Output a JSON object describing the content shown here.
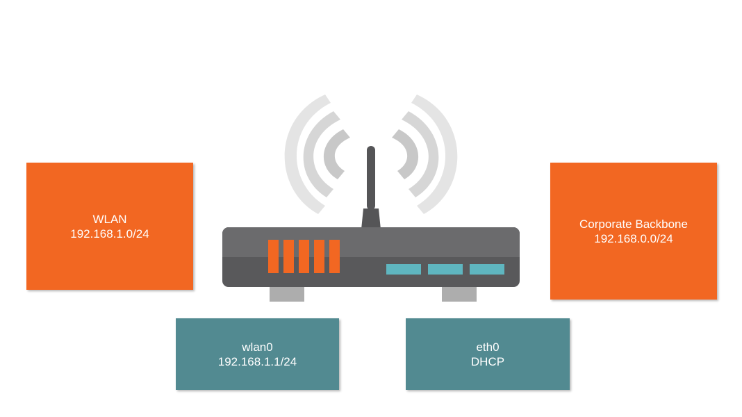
{
  "networks": {
    "wlan": {
      "name": "WLAN",
      "subnet": "192.168.1.0/24"
    },
    "backbone": {
      "name": "Corporate Backbone",
      "subnet": "192.168.0.0/24"
    }
  },
  "interfaces": {
    "wlan0": {
      "name": "wlan0",
      "address": "192.168.1.1/24"
    },
    "eth0": {
      "name": "eth0",
      "address": "DHCP"
    }
  },
  "colors": {
    "network_box": "#f26722",
    "interface_box": "#528a91",
    "router_body": "#5a5a5c",
    "router_top": "#6a6a6c",
    "router_leds": "#f26722",
    "router_ports": "#5fb6c0",
    "router_feet": "#adadad",
    "signal_waves": "#d0d0d0"
  }
}
